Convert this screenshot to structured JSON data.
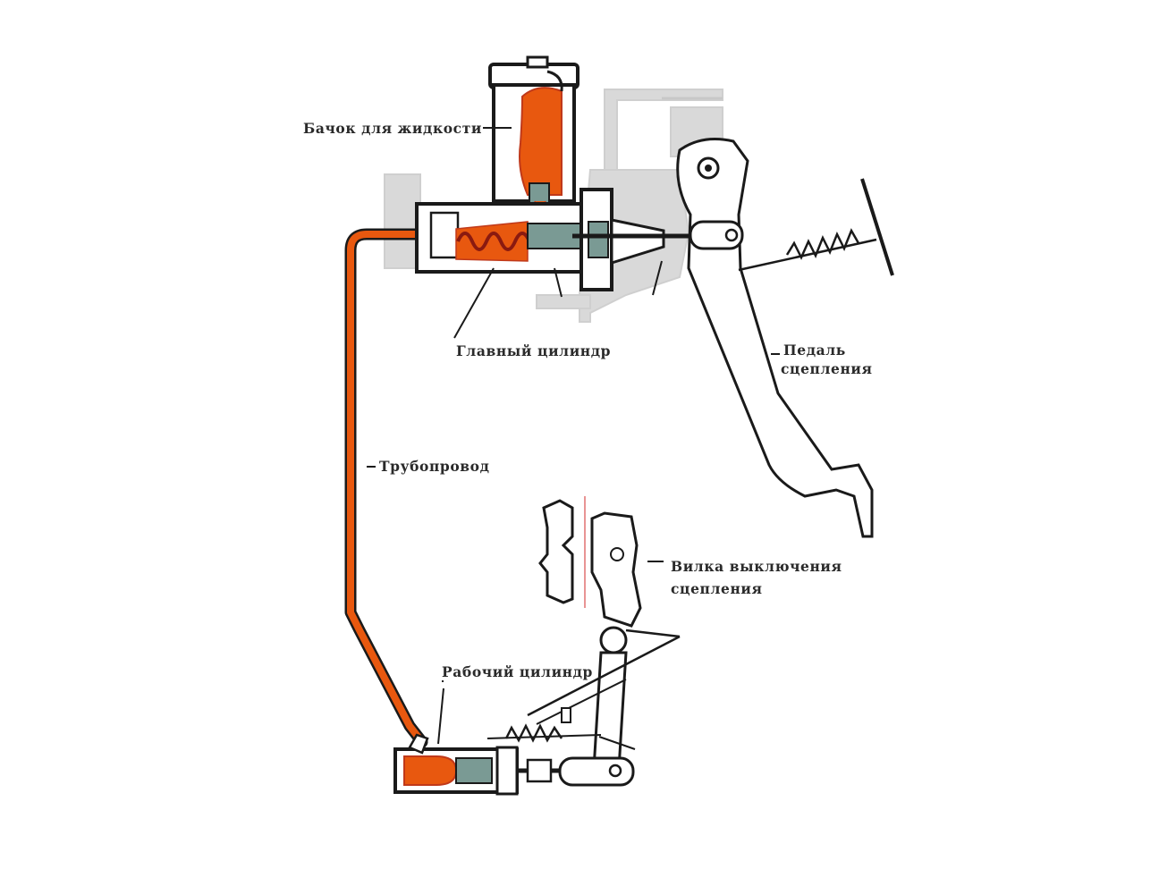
{
  "labels": {
    "reservoir": "Бачок  для жидкости",
    "master_cylinder": "Главный цилиндр",
    "pedal_line1": "Педаль",
    "pedal_line2": "сцепления",
    "pipeline": "Трубопровод",
    "fork_line1": "Вилка выключения",
    "fork_line2": "сцепления",
    "slave_cylinder": "Рабочий цилиндр"
  },
  "colors": {
    "fluid": "#e8580f",
    "fluid_dark": "#c0391a",
    "outline": "#1a1a1a",
    "ghost_parts": "#d4d4d4",
    "steel": "#7a9a94",
    "label_text": "#2a2a2a"
  }
}
